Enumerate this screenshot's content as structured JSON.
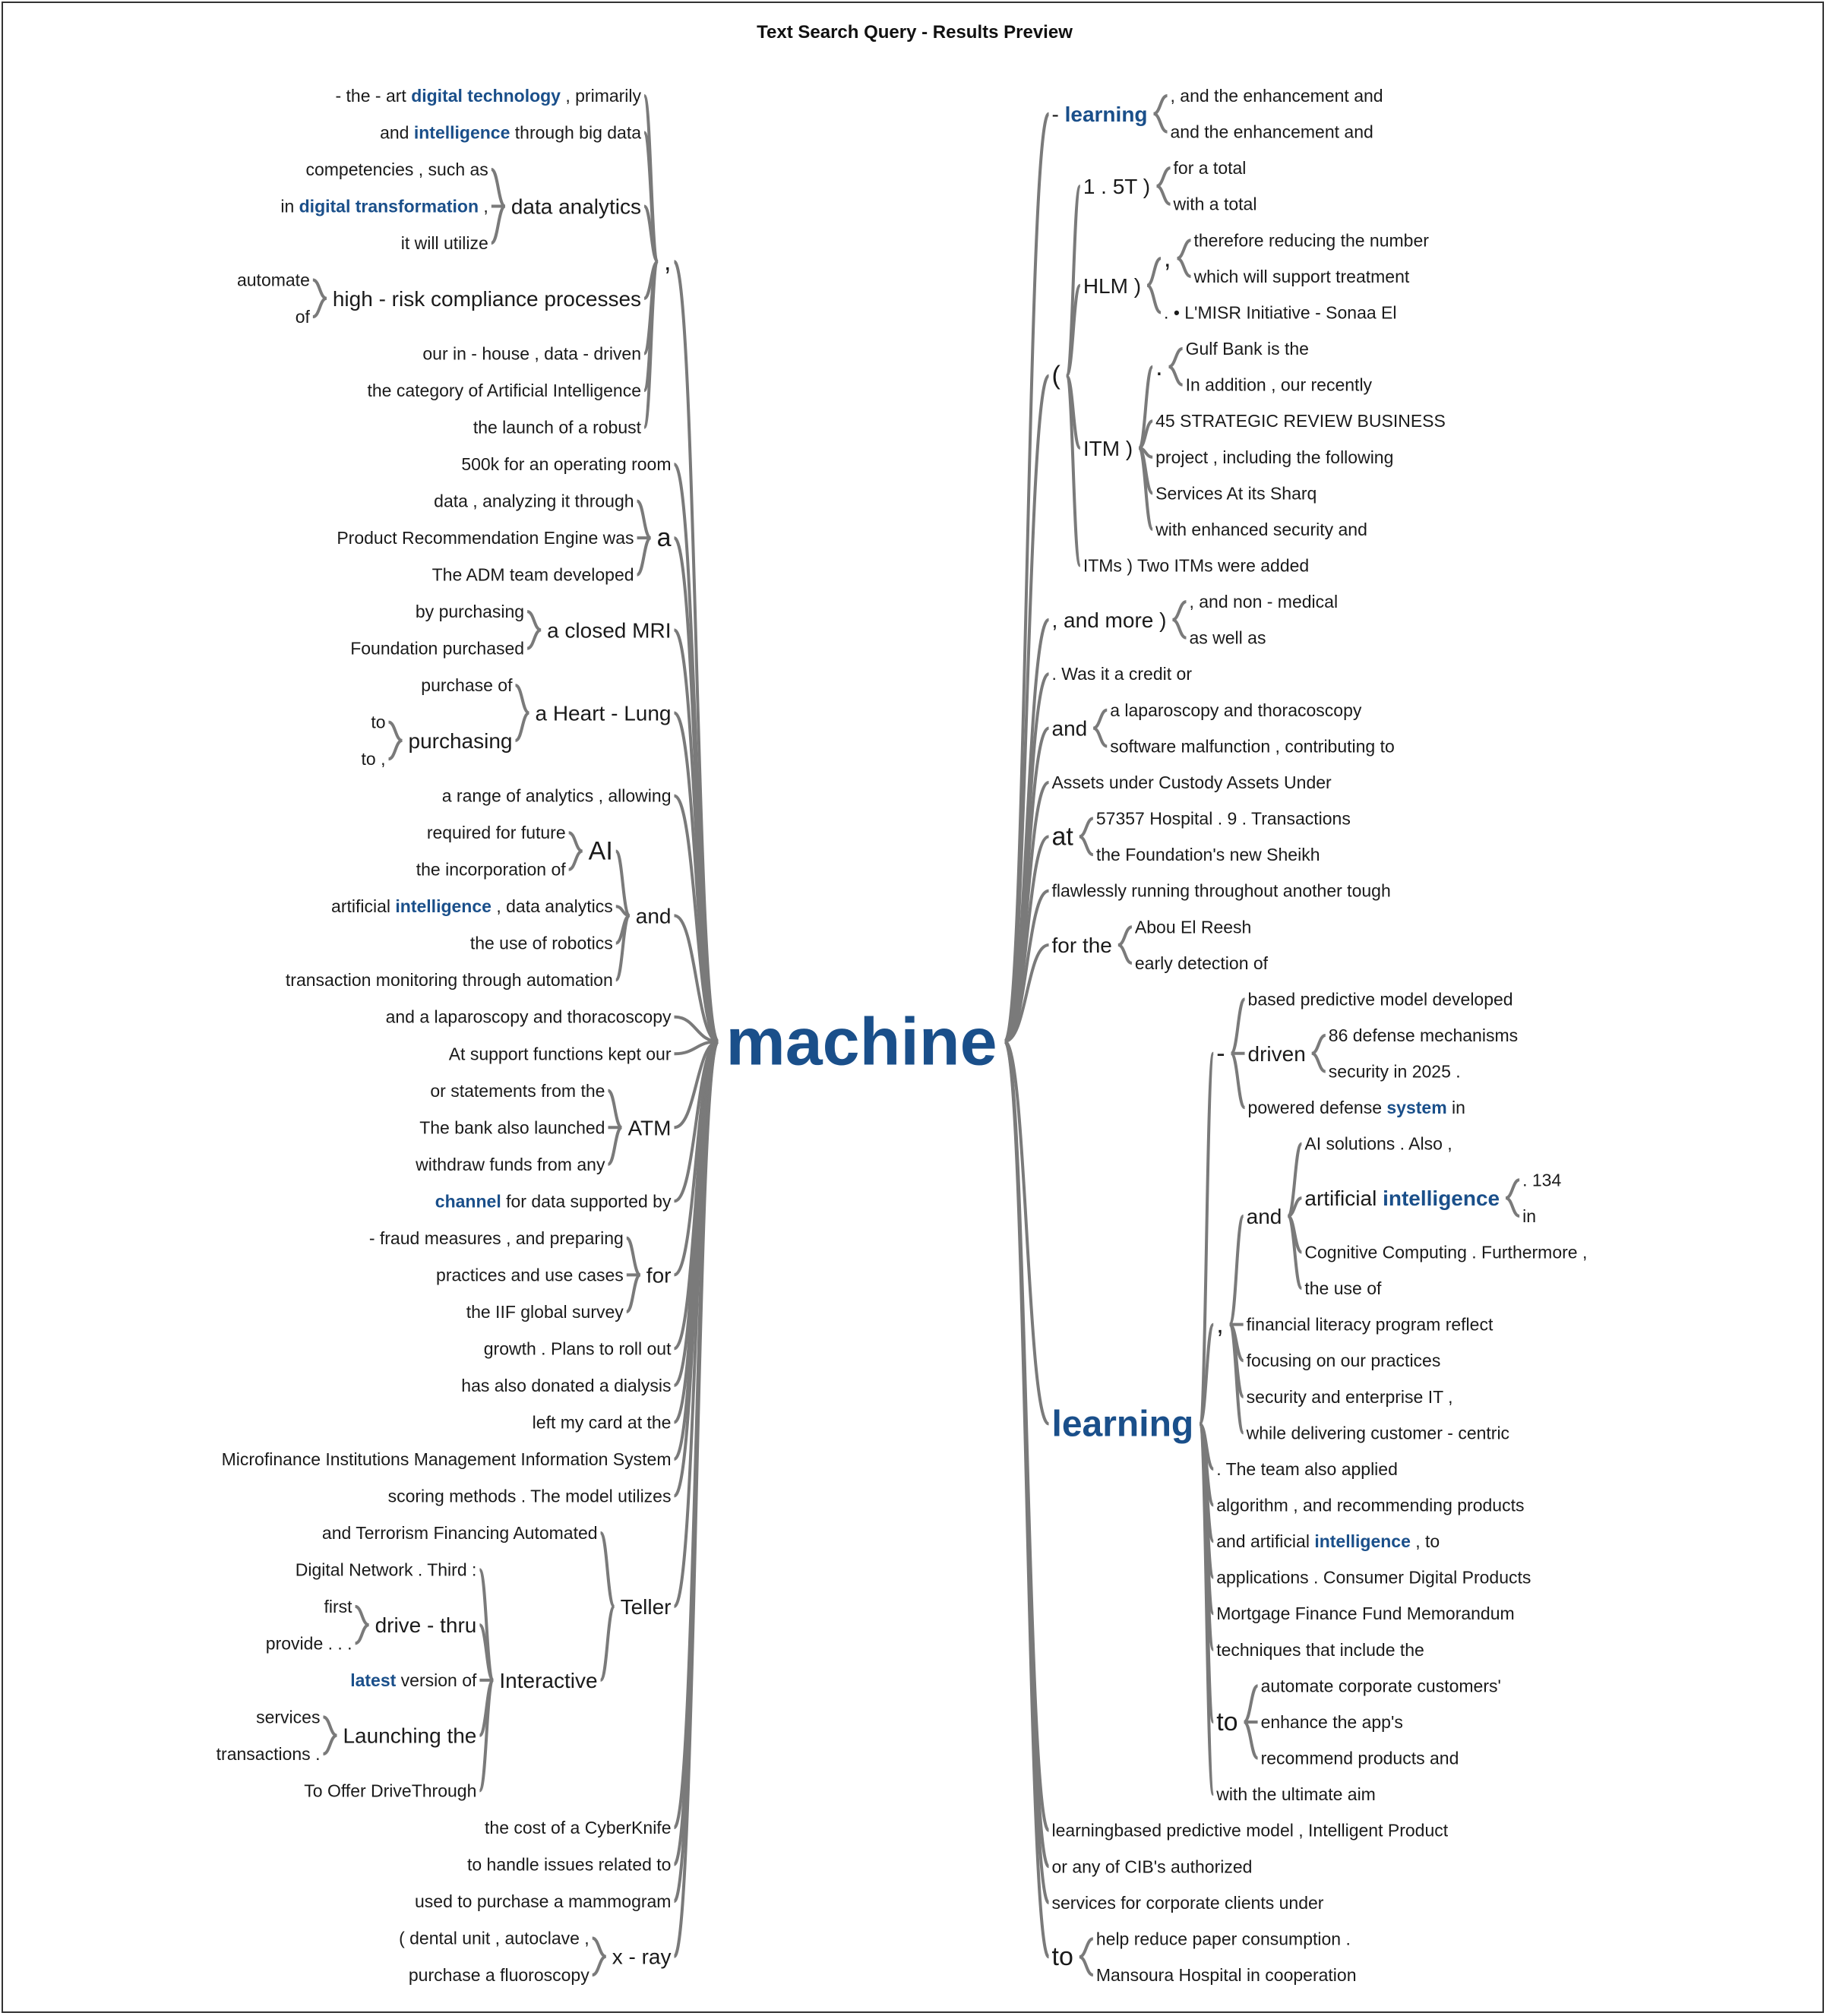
{
  "title": "Text Search Query - Results Preview",
  "colors": {
    "highlight": "#1a4f8a",
    "link": "#7a7a7a",
    "text": "#1a1a1a"
  },
  "tree": {
    "root": "machine",
    "left": [
      {
        "label": ",",
        "children": [
          {
            "label": "- the - art [digital technology] , primarily"
          },
          {
            "label": "and [intelligence] through big data"
          },
          {
            "label": "data analytics",
            "children": [
              {
                "label": "competencies , such as"
              },
              {
                "label": "in [digital transformation] ,"
              },
              {
                "label": "it will utilize"
              }
            ]
          },
          {
            "label": "high - risk compliance processes",
            "children": [
              {
                "label": "automate"
              },
              {
                "label": "of"
              }
            ]
          },
          {
            "label": "our in - house , data - driven"
          },
          {
            "label": "the category of Artificial Intelligence"
          },
          {
            "label": "the launch of a robust"
          }
        ]
      },
      {
        "label": "500k for an operating room"
      },
      {
        "label": "a",
        "children": [
          {
            "label": "data , analyzing it through"
          },
          {
            "label": "Product Recommendation Engine was"
          },
          {
            "label": "The ADM team developed"
          }
        ]
      },
      {
        "label": "a closed MRI",
        "children": [
          {
            "label": "by purchasing"
          },
          {
            "label": "Foundation purchased"
          }
        ]
      },
      {
        "label": "a Heart - Lung",
        "children": [
          {
            "label": "purchase of"
          },
          {
            "label": "purchasing",
            "children": [
              {
                "label": "to"
              },
              {
                "label": "to ,"
              }
            ]
          }
        ]
      },
      {
        "label": "a range of analytics , allowing"
      },
      {
        "label": "and",
        "children": [
          {
            "label": "AI",
            "children": [
              {
                "label": "required for future"
              },
              {
                "label": "the incorporation of"
              }
            ]
          },
          {
            "label": "artificial [intelligence] , data analytics"
          },
          {
            "label": "the use of robotics"
          },
          {
            "label": "transaction monitoring through automation"
          }
        ]
      },
      {
        "label": "and a laparoscopy and thoracoscopy"
      },
      {
        "label": "At support functions kept our"
      },
      {
        "label": "ATM",
        "children": [
          {
            "label": "or statements from the"
          },
          {
            "label": "The bank also launched"
          },
          {
            "label": "withdraw funds from any"
          }
        ]
      },
      {
        "label": "[channel] for data supported by"
      },
      {
        "label": "for",
        "children": [
          {
            "label": "- fraud measures , and preparing"
          },
          {
            "label": "practices and use cases"
          },
          {
            "label": "the IIF global survey"
          }
        ]
      },
      {
        "label": "growth . Plans to roll out"
      },
      {
        "label": "has also donated a dialysis"
      },
      {
        "label": "left my card at the"
      },
      {
        "label": "Microfinance Institutions Management Information System"
      },
      {
        "label": "scoring methods . The model utilizes"
      },
      {
        "label": "Teller",
        "children": [
          {
            "label": "and Terrorism Financing Automated"
          },
          {
            "label": "Interactive",
            "children": [
              {
                "label": "Digital Network . Third :"
              },
              {
                "label": "drive - thru",
                "children": [
                  {
                    "label": "first"
                  },
                  {
                    "label": "provide . . ."
                  }
                ]
              },
              {
                "label": "[latest] version of"
              },
              {
                "label": "Launching the",
                "children": [
                  {
                    "label": "services"
                  },
                  {
                    "label": "transactions ."
                  }
                ]
              },
              {
                "label": "To Offer DriveThrough"
              }
            ]
          }
        ]
      },
      {
        "label": "the cost of a CyberKnife"
      },
      {
        "label": "to handle issues related to"
      },
      {
        "label": "used to purchase a mammogram"
      },
      {
        "label": "x - ray",
        "children": [
          {
            "label": "( dental unit , autoclave ,"
          },
          {
            "label": "purchase a fluoroscopy"
          }
        ]
      }
    ],
    "right": [
      {
        "label": "- [learning]",
        "children": [
          {
            "label": ", and the enhancement and"
          },
          {
            "label": "and the enhancement and"
          }
        ]
      },
      {
        "label": "(",
        "children": [
          {
            "label": "1 . 5T )",
            "children": [
              {
                "label": "for a total"
              },
              {
                "label": "with a total"
              }
            ]
          },
          {
            "label": "HLM )",
            "children": [
              {
                "label": ",",
                "children": [
                  {
                    "label": "therefore reducing the number"
                  },
                  {
                    "label": "which will support treatment"
                  }
                ]
              },
              {
                "label": ". • L'MISR Initiative - Sonaa El"
              }
            ]
          },
          {
            "label": "ITM )",
            "children": [
              {
                "label": ".",
                "children": [
                  {
                    "label": "Gulf Bank is the"
                  },
                  {
                    "label": "In addition , our recently"
                  }
                ]
              },
              {
                "label": "45 STRATEGIC REVIEW BUSINESS"
              },
              {
                "label": "project , including the following"
              },
              {
                "label": "Services At its Sharq"
              },
              {
                "label": "with enhanced security and"
              }
            ]
          },
          {
            "label": "ITMs ) Two ITMs were added"
          }
        ]
      },
      {
        "label": ", and more )",
        "children": [
          {
            "label": ", and non - medical"
          },
          {
            "label": "as well as"
          }
        ]
      },
      {
        "label": ". Was it a credit or"
      },
      {
        "label": "and",
        "children": [
          {
            "label": "a laparoscopy and thoracoscopy"
          },
          {
            "label": "software malfunction , contributing to"
          }
        ]
      },
      {
        "label": "Assets under Custody Assets Under"
      },
      {
        "label": "at",
        "children": [
          {
            "label": "57357 Hospital . 9 . Transactions"
          },
          {
            "label": "the Foundation's new Sheikh"
          }
        ]
      },
      {
        "label": "flawlessly running throughout another tough"
      },
      {
        "label": "for the",
        "children": [
          {
            "label": "Abou El Reesh"
          },
          {
            "label": "early detection of"
          }
        ]
      },
      {
        "label": "learning",
        "children": [
          {
            "label": "-",
            "children": [
              {
                "label": "based predictive model developed"
              },
              {
                "label": "driven",
                "children": [
                  {
                    "label": "86 defense mechanisms"
                  },
                  {
                    "label": "security in 2025 ."
                  }
                ]
              },
              {
                "label": "powered defense [system] in"
              }
            ]
          },
          {
            "label": ",",
            "children": [
              {
                "label": "and",
                "children": [
                  {
                    "label": "AI solutions . Also ,"
                  },
                  {
                    "label": "artificial [intelligence]",
                    "children": [
                      {
                        "label": ". 134"
                      },
                      {
                        "label": "in"
                      }
                    ]
                  },
                  {
                    "label": "Cognitive Computing . Furthermore ,"
                  },
                  {
                    "label": "the use of"
                  }
                ]
              },
              {
                "label": "financial literacy program reflect"
              },
              {
                "label": "focusing on our practices"
              },
              {
                "label": "security and enterprise IT ,"
              },
              {
                "label": "while delivering customer - centric"
              }
            ]
          },
          {
            "label": ". The team also applied"
          },
          {
            "label": "algorithm , and recommending products"
          },
          {
            "label": "and artificial [intelligence] , to"
          },
          {
            "label": "applications . Consumer Digital Products"
          },
          {
            "label": "Mortgage Finance Fund Memorandum"
          },
          {
            "label": "techniques that include the"
          },
          {
            "label": "to",
            "children": [
              {
                "label": "automate corporate customers'"
              },
              {
                "label": "enhance the app's"
              },
              {
                "label": "recommend products and"
              }
            ]
          },
          {
            "label": "with the ultimate aim"
          }
        ]
      },
      {
        "label": "learningbased predictive model , Intelligent Product"
      },
      {
        "label": "or any of CIB's authorized"
      },
      {
        "label": "services for corporate clients under"
      },
      {
        "label": "to",
        "children": [
          {
            "label": "help reduce paper consumption ."
          },
          {
            "label": "Mansoura Hospital in cooperation"
          }
        ]
      }
    ]
  }
}
